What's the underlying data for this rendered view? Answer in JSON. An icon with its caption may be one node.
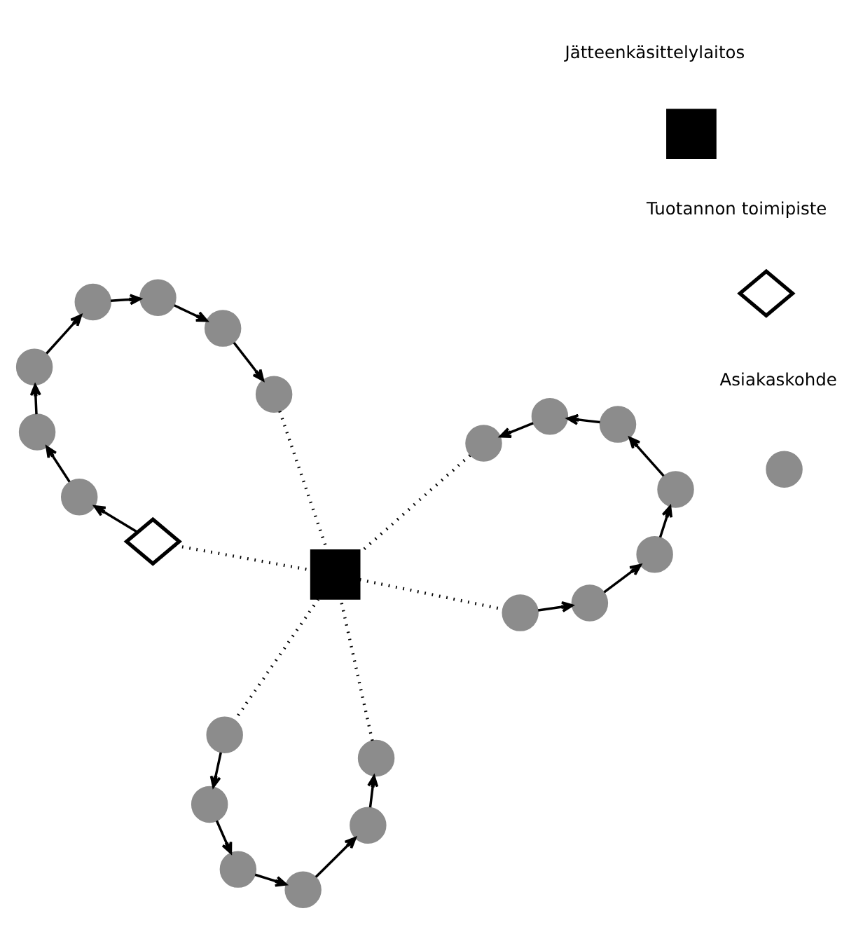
{
  "diagram": {
    "nodes": [
      {
        "text": [],
        "shape": "circle"
      },
      {
        "text": [],
        "shape": "circle"
      },
      {
        "text": [],
        "shape": "circle"
      },
      {
        "text": [],
        "shape": "circle"
      },
      {
        "text": [],
        "shape": "circle"
      },
      {
        "text": [],
        "shape": "circle"
      },
      {
        "text": [],
        "shape": "circle"
      },
      {
        "text": [],
        "shape": "circle"
      },
      {
        "text": [],
        "shape": "circle"
      },
      {
        "text": [],
        "shape": "box"
      },
      {
        "text": [],
        "shape": "circle"
      },
      {
        "text": [],
        "shape": "circle"
      },
      {
        "text": [],
        "shape": "circle"
      },
      {
        "text": [],
        "shape": "circle"
      },
      {
        "text": [],
        "shape": "circle"
      },
      {
        "text": [],
        "shape": "circle"
      },
      {
        "text": [],
        "shape": "circle"
      },
      {
        "text": [],
        "shape": "circle"
      },
      {
        "text": [],
        "shape": "circle"
      },
      {
        "text": [],
        "shape": "circle"
      },
      {
        "text": [],
        "shape": "circle"
      },
      {
        "text": [],
        "shape": "diamond"
      },
      {
        "text": [],
        "shape": "box"
      },
      {
        "text": [],
        "shape": "diamond"
      },
      {
        "text": [],
        "shape": "circle"
      }
    ],
    "edges": [
      {
        "from": 21,
        "to": 18,
        "arrow": "to"
      },
      {
        "from": 18,
        "to": 20,
        "arrow": "to"
      },
      {
        "from": 20,
        "to": 14,
        "arrow": "to"
      },
      {
        "from": 14,
        "to": 11,
        "arrow": "to"
      },
      {
        "from": 11,
        "to": 8,
        "arrow": "to"
      },
      {
        "from": 8,
        "to": 3,
        "arrow": "to"
      },
      {
        "from": 3,
        "to": 5,
        "arrow": "to"
      },
      {
        "from": 5,
        "to": 9,
        "arrow": "none",
        "style": "dashed"
      },
      {
        "from": 21,
        "to": 9,
        "arrow": "none",
        "style": "dashed"
      },
      {
        "from": 9,
        "to": 6,
        "arrow": "none",
        "style": "dashed"
      },
      {
        "from": 6,
        "to": 1,
        "arrow": "to"
      },
      {
        "from": 1,
        "to": 0,
        "arrow": "to"
      },
      {
        "from": 0,
        "to": 2,
        "arrow": "to"
      },
      {
        "from": 2,
        "to": 4,
        "arrow": "to"
      },
      {
        "from": 4,
        "to": 7,
        "arrow": "to"
      },
      {
        "from": 7,
        "to": 9,
        "arrow": "none",
        "style": "dashed"
      },
      {
        "from": 9,
        "to": 10,
        "arrow": "none",
        "style": "dashed"
      },
      {
        "from": 10,
        "to": 12,
        "arrow": "to"
      },
      {
        "from": 12,
        "to": 16,
        "arrow": "to"
      },
      {
        "from": 16,
        "to": 19,
        "arrow": "to"
      },
      {
        "from": 19,
        "to": 15,
        "arrow": "to"
      },
      {
        "from": 15,
        "to": 17,
        "arrow": "to"
      },
      {
        "from": 17,
        "to": 13,
        "arrow": "to"
      },
      {
        "from": 13,
        "to": 9,
        "arrow": "none",
        "style": "dashed"
      }
    ],
    "legend": [
      {
        "text": "Jätteenkäsittelylaitos"
      },
      {
        "text": "Tuotannon toimipiste"
      },
      {
        "text": "Asiakaskohde"
      }
    ]
  }
}
